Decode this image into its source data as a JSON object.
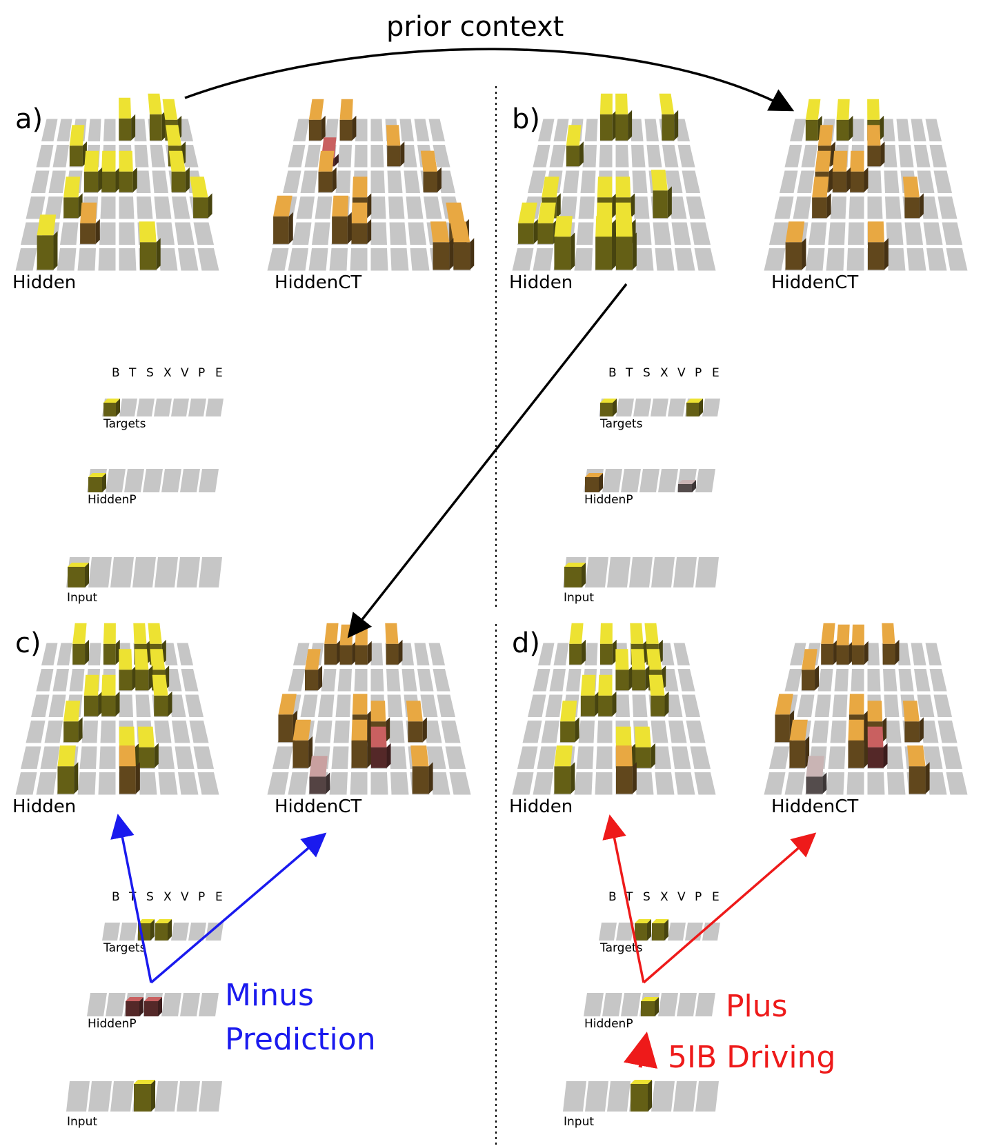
{
  "title": "prior context",
  "panels": [
    {
      "tag": "a)",
      "hidden_label": "Hidden",
      "hiddenct_label": "HiddenCT",
      "targets_label": "Targets",
      "hiddenp_label": "HiddenP",
      "input_label": "Input",
      "letters": [
        "B",
        "T",
        "S",
        "X",
        "V",
        "P",
        "E"
      ]
    },
    {
      "tag": "b)",
      "hidden_label": "Hidden",
      "hiddenct_label": "HiddenCT",
      "targets_label": "Targets",
      "hiddenp_label": "HiddenP",
      "input_label": "Input",
      "letters": [
        "B",
        "T",
        "S",
        "X",
        "V",
        "P",
        "E"
      ]
    },
    {
      "tag": "c)",
      "hidden_label": "Hidden",
      "hiddenct_label": "HiddenCT",
      "targets_label": "Targets",
      "hiddenp_label": "HiddenP",
      "input_label": "Input",
      "letters": [
        "B",
        "T",
        "S",
        "X",
        "V",
        "P",
        "E"
      ]
    },
    {
      "tag": "d)",
      "hidden_label": "Hidden",
      "hiddenct_label": "HiddenCT",
      "targets_label": "Targets",
      "hiddenp_label": "HiddenP",
      "input_label": "Input",
      "letters": [
        "B",
        "T",
        "S",
        "X",
        "V",
        "P",
        "E"
      ]
    }
  ],
  "annotations": {
    "minus_line1": "Minus",
    "minus_line2": "Prediction",
    "plus_line1": "Plus",
    "plus_line2": "5IB Driving"
  },
  "colors": {
    "grid_cell": "#c6c6c6",
    "unit_yellow": "#ede232",
    "unit_orange": "#e8a842",
    "unit_red": "#c96060",
    "minus_arrow": "#1a1aee",
    "plus_arrow": "#ee1a1a",
    "context_arrow": "#000000"
  }
}
